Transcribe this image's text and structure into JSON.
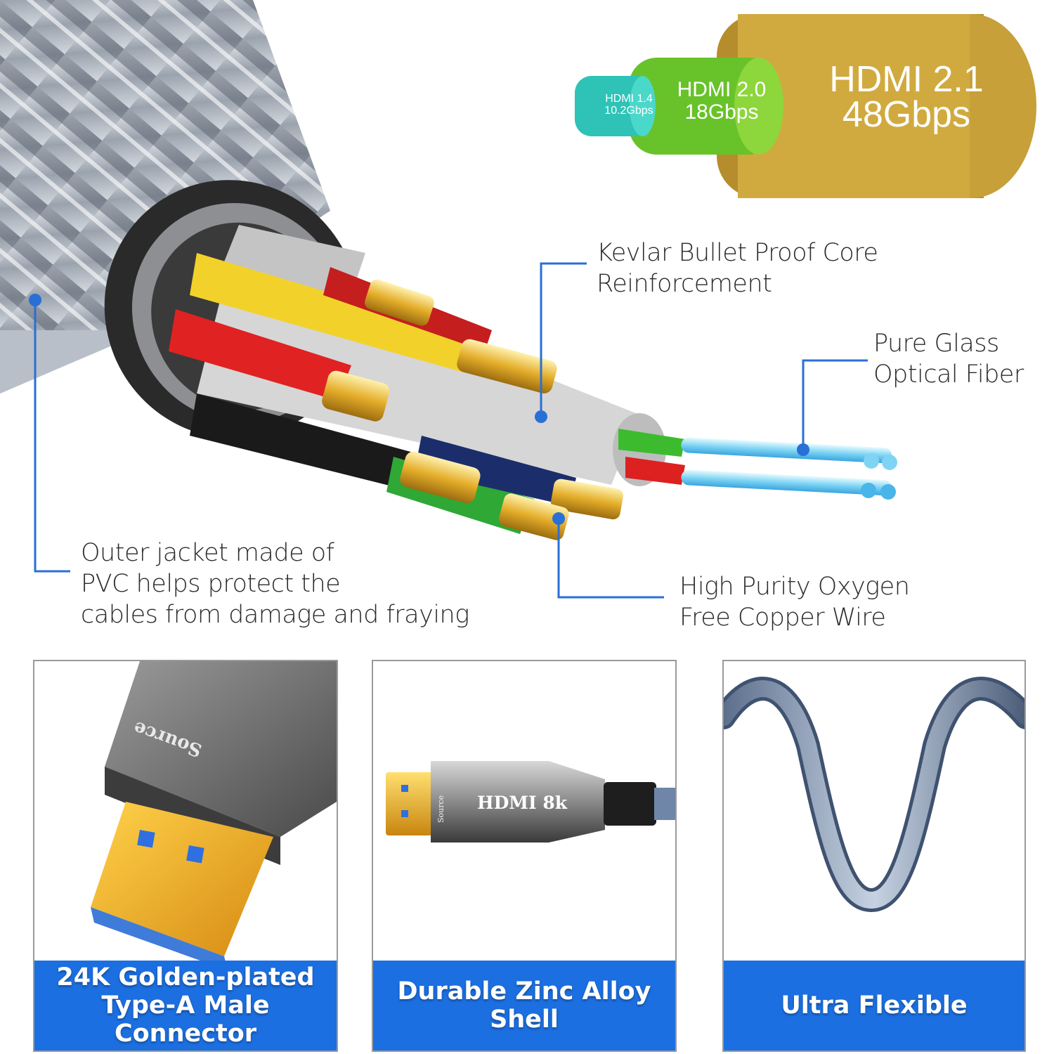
{
  "specs": [
    {
      "lines": [
        "HDMI 1.4",
        "10.2Gbps"
      ],
      "color": "#36d6c8"
    },
    {
      "lines": [
        "HDMI 2.0",
        "18Gbps"
      ],
      "color": "#7fd33b"
    },
    {
      "lines": [
        "HDMI 2.1",
        "48Gbps"
      ],
      "color": "#c8a23a"
    }
  ],
  "callouts": {
    "kevlar": [
      "Kevlar Bullet Proof Core",
      "Reinforcement"
    ],
    "fiber": [
      "Pure Glass",
      "Optical Fiber"
    ],
    "jacket": [
      "Outer jacket made of",
      "PVC helps protect the",
      "cables from damage and fraying"
    ],
    "copper": [
      "High Purity Oxygen",
      "Free Copper Wire"
    ]
  },
  "panels": [
    {
      "label": [
        "24K Golden-plated",
        "Type-A Male",
        "Connector"
      ],
      "connector_text": "Source"
    },
    {
      "label": [
        "Durable Zinc Alloy",
        "Shell"
      ],
      "connector_text": "HDMI 8k",
      "side_text": "Source"
    },
    {
      "label": [
        "Ultra Flexible"
      ]
    }
  ],
  "colors": {
    "accent_blue": "#1c6fe0",
    "callout_line": "#2a6fd6",
    "gold": "#e8b52c"
  }
}
